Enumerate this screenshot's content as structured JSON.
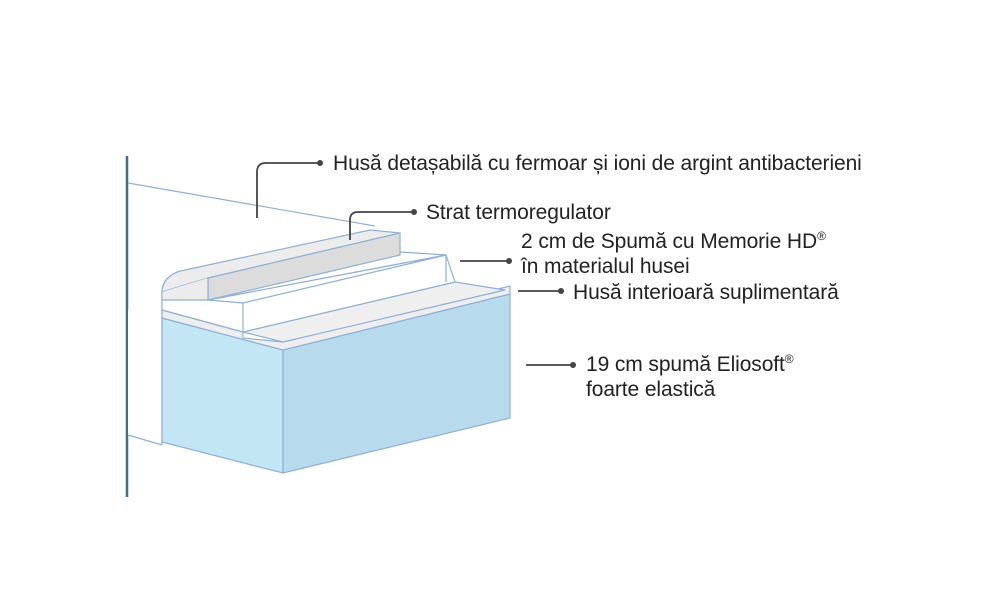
{
  "diagram": {
    "subject": "mattress layers cross-section",
    "colors": {
      "outline": "#8fb0d6",
      "leader_line": "#444444",
      "side_bar": "#3f6e86",
      "foam_front": "#c3e6f4",
      "foam_side": "#b7dbed",
      "gray_layer": "#e4e4e4",
      "white_layer": "#ffffff",
      "light_gray_layer": "#eeeeee"
    },
    "labels": [
      {
        "id": "cover",
        "text": "Husă detașabilă cu fermoar și ioni de argint antibacterieni",
        "sup": ""
      },
      {
        "id": "thermo",
        "text": "Strat termoregulator",
        "sup": ""
      },
      {
        "id": "memory_line1",
        "text": "2 cm de Spumă cu Memorie HD",
        "sup": "®"
      },
      {
        "id": "memory_line2",
        "text": "în materialul husei",
        "sup": ""
      },
      {
        "id": "inner_cover",
        "text": "Husă interioară suplimentară",
        "sup": ""
      },
      {
        "id": "foam_line1",
        "text": "19 cm spumă Eliosoft",
        "sup": "®"
      },
      {
        "id": "foam_line2",
        "text": "foarte elastică",
        "sup": ""
      }
    ]
  }
}
